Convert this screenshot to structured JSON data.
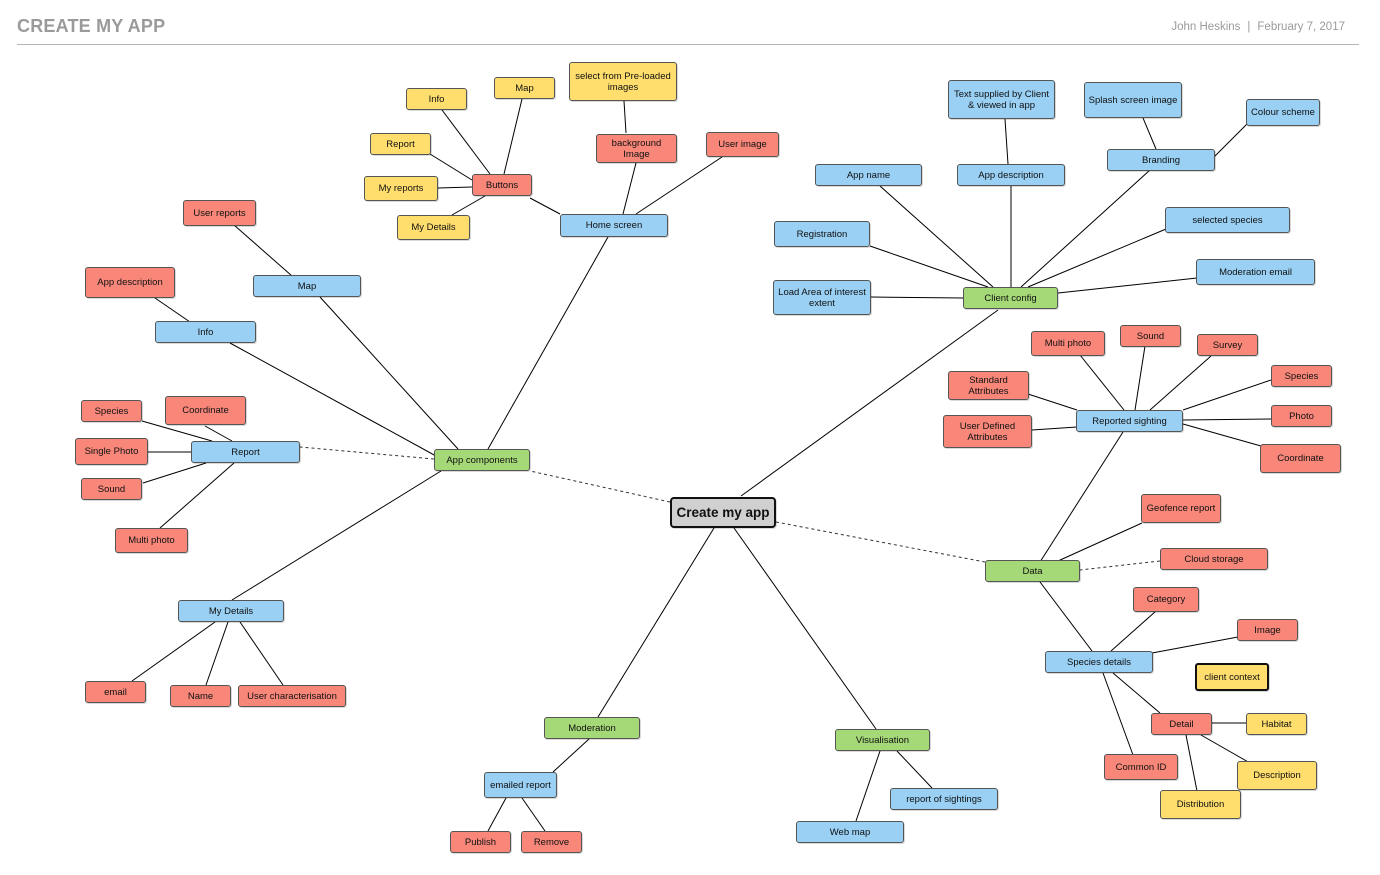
{
  "header": {
    "title": "CREATE MY APP",
    "author": "John Heskins",
    "separator": "|",
    "date": "February 7, 2017"
  },
  "colors": {
    "red": "#f8877a",
    "blue": "#99d0f4",
    "yellow": "#ffde6e",
    "green": "#a5d877",
    "center": "#d0d0d0"
  },
  "nodes": {
    "root": "Create my app",
    "app_components": "App components",
    "home_screen": "Home screen",
    "buttons": "Buttons",
    "btn_info": "Info",
    "btn_map": "Map",
    "btn_report": "Report",
    "btn_my_reports": "My reports",
    "btn_my_details": "My Details",
    "select_preloaded": "select from Pre-loaded images",
    "background_image": "background Image",
    "user_image": "User image",
    "user_reports": "User reports",
    "map": "Map",
    "app_description_red": "App description",
    "info": "Info",
    "species_left": "Species",
    "coordinate_left": "Coordinate",
    "single_photo": "Single Photo",
    "report": "Report",
    "sound_left": "Sound",
    "multi_photo_left": "Multi photo",
    "my_details": "My Details",
    "email": "email",
    "name": "Name",
    "user_characterisation": "User characterisation",
    "moderation": "Moderation",
    "emailed_report": "emailed report",
    "publish": "Publish",
    "remove": "Remove",
    "visualisation": "Visualisation",
    "report_of_sightings": "report of sightings",
    "web_map": "Web map",
    "client_config": "Client config",
    "text_supplied": "Text supplied by Client & viewed in app",
    "app_description_blue": "App description",
    "app_name": "App name",
    "splash_screen": "Splash screen image",
    "colour_scheme": "Colour scheme",
    "branding": "Branding",
    "registration": "Registration",
    "load_area": "Load Area of interest extent",
    "selected_species": "selected species",
    "moderation_email": "Moderation email",
    "multi_photo_right": "Multi photo",
    "sound_right": "Sound",
    "survey": "Survey",
    "standard_attributes": "Standard Attributes",
    "species_right": "Species",
    "reported_sighting": "Reported sighting",
    "photo": "Photo",
    "user_defined_attributes": "User Defined Attributes",
    "coordinate_right": "Coordinate",
    "geofence_report": "Geofence report",
    "cloud_storage": "Cloud storage",
    "data": "Data",
    "category": "Category",
    "image": "Image",
    "species_details": "Species details",
    "client_context": "client context",
    "detail": "Detail",
    "habitat": "Habitat",
    "common_id": "Common ID",
    "description": "Description",
    "distribution": "Distribution"
  }
}
